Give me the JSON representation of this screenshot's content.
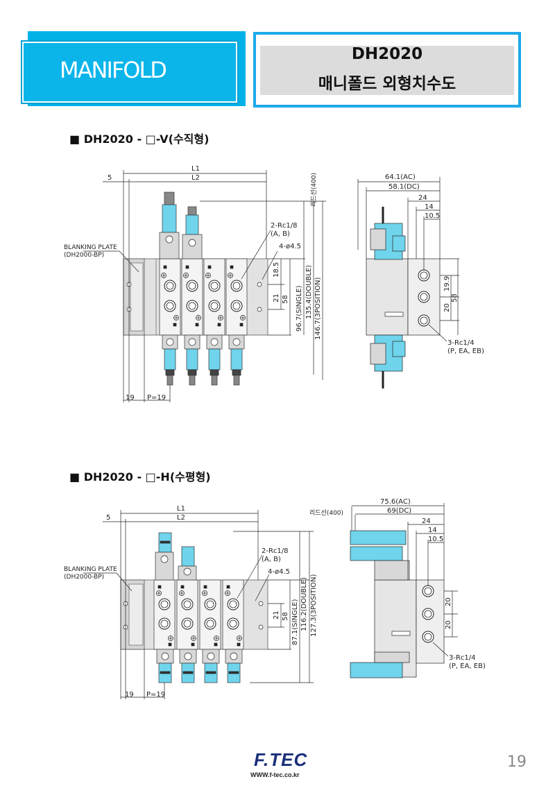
{
  "header": {
    "badge": "MANIFOLD",
    "model": "DH2020",
    "title_ko": "매니폴드 외형치수도"
  },
  "sections": [
    {
      "heading": "■ DH2020 - □-V(수직형)",
      "front": {
        "l1": "L1",
        "l2": "L2",
        "five": "5",
        "lead": "리드선(400)",
        "blanking1": "BLANKING PLATE",
        "blanking2": "(DH2000-BP)",
        "port1": "2-Rc1/8",
        "port2": "(A, B)",
        "hole": "4-ø4.5",
        "d185": "18.5",
        "d21": "21",
        "d58": "58",
        "single": "96.7(SINGLE)",
        "double": "135.4(DOUBLE)",
        "three": "146.7(3POSITION)",
        "b19": "19",
        "pitch": "P=19"
      },
      "side": {
        "ac": "64.1(AC)",
        "dc": "58.1(DC)",
        "d24": "24",
        "d14": "14",
        "d105": "10.5",
        "d199": "19.9",
        "d20": "20",
        "d58": "58",
        "port": "3-Rc1/4",
        "port2": "(P, EA, EB)"
      }
    },
    {
      "heading": "■ DH2020 - □-H(수평형)",
      "front": {
        "l1": "L1",
        "l2": "L2",
        "five": "5",
        "blanking1": "BLANKING PLATE",
        "blanking2": "(DH2000-BP)",
        "port1": "2-Rc1/8",
        "port2": "(A, B)",
        "hole": "4-ø4.5",
        "d21": "21",
        "d58": "58",
        "single": "87.1(SINGLE)",
        "double": "116.2(DOUBLE)",
        "three": "127.3(3POSITION)",
        "b19": "19",
        "pitch": "P=19"
      },
      "side": {
        "lead": "리드선(400)",
        "ac": "75.6(AC)",
        "dc": "69(DC)",
        "d24": "24",
        "d14": "14",
        "d105": "10.5",
        "d20a": "20",
        "d20b": "20",
        "port": "3-Rc1/4",
        "port2": "(P, EA, EB)"
      }
    }
  ],
  "footer": {
    "logo": "F.TEC",
    "url": "WWW.f-tec.co.kr",
    "page": "19"
  },
  "colors": {
    "accent": "#00b2e7",
    "valve": "#6fd4ec",
    "body": "#e4e4e4"
  }
}
